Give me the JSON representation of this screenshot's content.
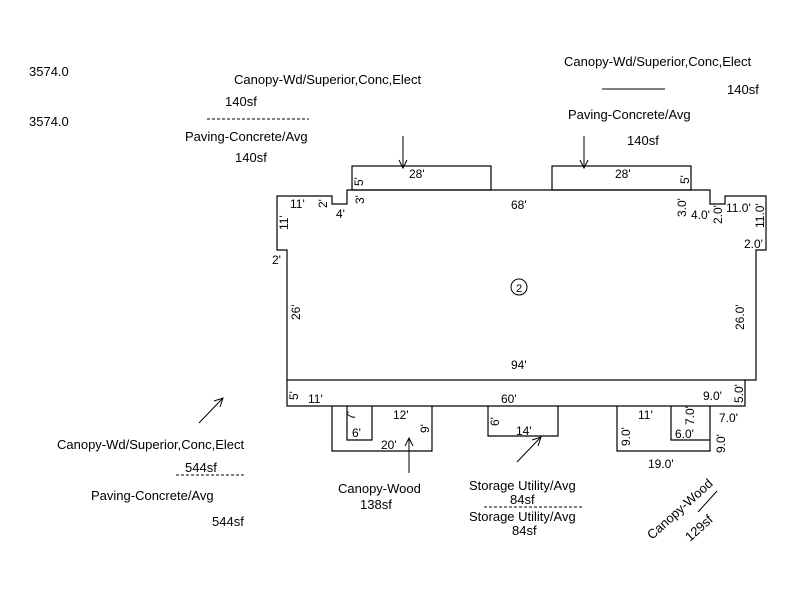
{
  "elevations": {
    "top": "3574.0",
    "bottom": "3574.0"
  },
  "area_label": "2",
  "callouts": {
    "front_left": {
      "top": "Canopy-Wd/Superior,Conc,Elect",
      "top_area": "140sf",
      "bottom": "Paving-Concrete/Avg",
      "bottom_area": "140sf"
    },
    "front_right": {
      "top": "Canopy-Wd/Superior,Conc,Elect",
      "top_area": "140sf",
      "bottom": "Paving-Concrete/Avg",
      "bottom_area": "140sf"
    },
    "rear_left": {
      "top": "Canopy-Wd/Superior,Conc,Elect",
      "top_area": "544sf",
      "bottom": "Paving-Concrete/Avg",
      "bottom_area": "544sf"
    },
    "canopy_wood_1": {
      "name": "Canopy-Wood",
      "area": "138sf"
    },
    "storage": {
      "top": "Storage Utility/Avg",
      "top_area": "84sf",
      "bottom": "Storage Utility/Avg",
      "bottom_area": "84sf"
    },
    "canopy_wood_2": {
      "name": "Canopy-Wood",
      "area": "129sf"
    }
  },
  "dimensions": {
    "front_canopy_left_width": "28'",
    "front_canopy_left_depth": "5'",
    "front_canopy_right_width": "28'",
    "front_canopy_right_depth": "5'",
    "top_run": "68'",
    "left_notch_top": "11'",
    "left_notch_drop": "2'",
    "left_step_in": "4'",
    "left_step_up": "3'",
    "left_upper_side": "11'",
    "left_jog": "2'",
    "left_lower_side": "26'",
    "right_step_up": "3.0'",
    "right_step_in": "4.0'",
    "right_notch_drop": "2.0'",
    "right_notch_top": "11.0'",
    "right_upper_side": "11.0'",
    "right_jog": "2.0'",
    "right_lower_side": "26.0'",
    "bottom_run": "94'",
    "rear_band_left_depth": "5'",
    "rear_band_right_depth": "5.0'",
    "rear_left_run": "11'",
    "rear_center_run": "60'",
    "rear_right_run": "9.0'",
    "canopy1_left_drop": "7'",
    "canopy1_step": "6'",
    "canopy1_top": "12'",
    "canopy1_right_depth": "9'",
    "canopy1_bottom": "20'",
    "storage_depth": "6'",
    "storage_width": "14'",
    "canopy2_left_depth": "9.0'",
    "canopy2_top": "11'",
    "canopy2_drop": "7.0'",
    "canopy2_step": "6.0'",
    "canopy2_right_run": "7.0'",
    "canopy2_right_depth": "9.0'",
    "canopy2_bottom": "19.0'"
  }
}
